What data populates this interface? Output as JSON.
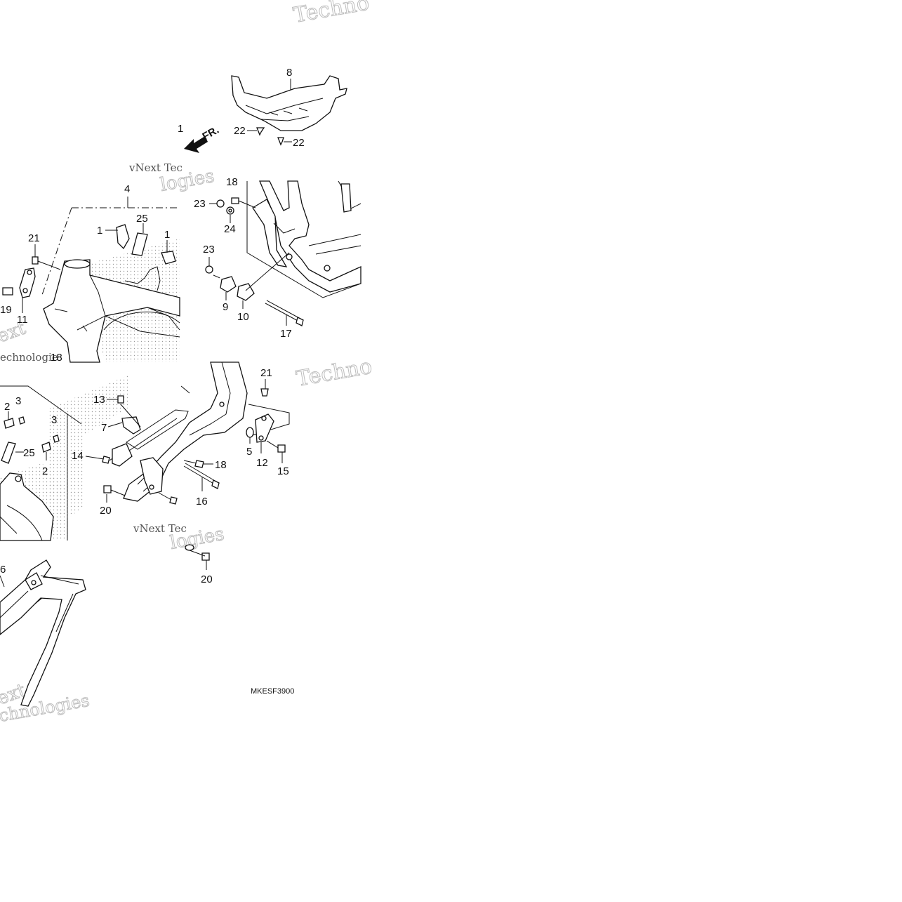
{
  "diagram": {
    "direction_label": "FR.",
    "code": "MKESF3900",
    "watermarks": [
      "Techno",
      "vNext Tec",
      "logies",
      "ext",
      "echnologie",
      "Techno",
      "vNext Tec",
      "logies",
      "ext",
      "chnologies"
    ],
    "callouts": {
      "c8": "8",
      "c22a": "22",
      "c22b": "22",
      "c1top": "1",
      "c4": "4",
      "c25a": "25",
      "c1a": "1",
      "c1b": "1",
      "c21a": "21",
      "c19": "19",
      "c11": "11",
      "c18a": "18",
      "c18b": "18",
      "c23a": "23",
      "c24": "24",
      "c23b": "23",
      "c9": "9",
      "c10": "10",
      "c17": "17",
      "c2a": "2",
      "c3a": "3",
      "c3b": "3",
      "c25b": "25",
      "c2b": "2",
      "c13": "13",
      "c7": "7",
      "c14": "14",
      "c20a": "20",
      "c21b": "21",
      "c5": "5",
      "c12": "12",
      "c15": "15",
      "c18c": "18",
      "c16": "16",
      "c20b": "20",
      "c6": "6"
    }
  }
}
